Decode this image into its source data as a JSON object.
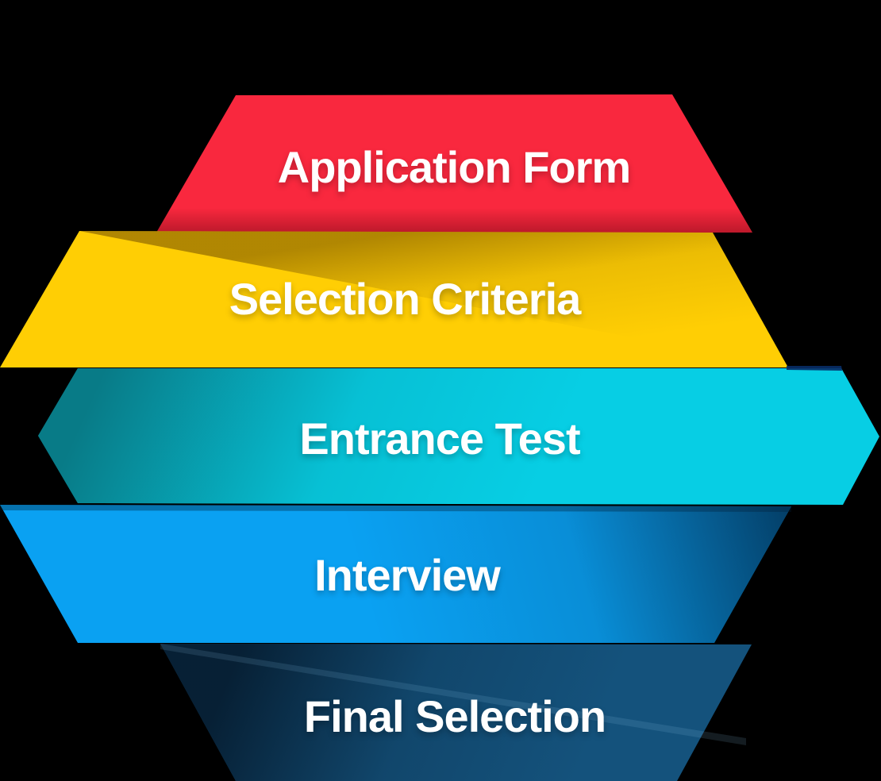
{
  "diagram": {
    "type": "funnel",
    "background_color": "#000000",
    "text_color": "#FFFFFF",
    "stages": [
      {
        "label": "Application Form",
        "color": "#F9283E"
      },
      {
        "label": "Selection Criteria",
        "color": "#FFCE04"
      },
      {
        "label": "Entrance Test",
        "color": "#07CEE4"
      },
      {
        "label": "Interview",
        "color": "#0AA1F2"
      },
      {
        "label": "Final Selection",
        "color": "#14527C"
      }
    ]
  }
}
